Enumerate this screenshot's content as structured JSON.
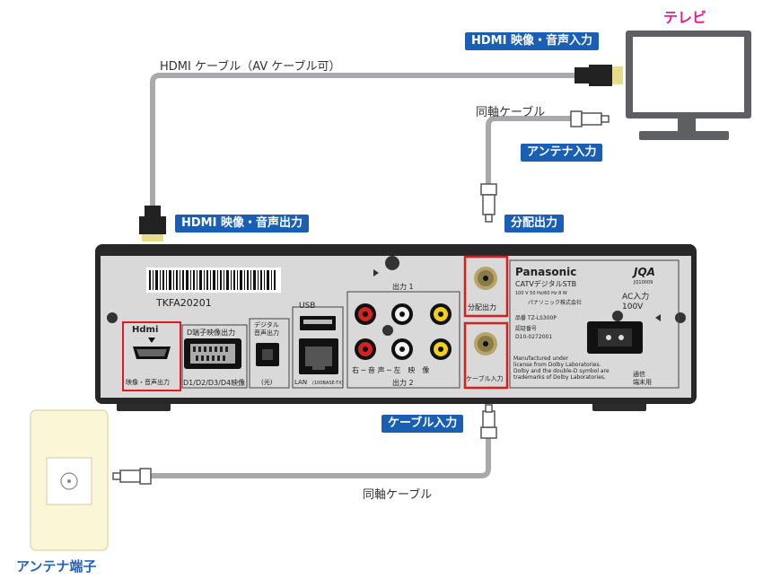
{
  "tv": {
    "title": "テレビ"
  },
  "labels": {
    "hdmi_in": "HDMI 映像・音声入力",
    "hdmi_cable": "HDMI ケーブル（AV ケーブル可）",
    "coax_top": "同軸ケーブル",
    "antenna_in": "アンテナ入力",
    "split_out": "分配出力",
    "hdmi_out": "HDMI 映像・音声出力",
    "cable_in": "ケーブル入力",
    "coax_bottom": "同軸ケーブル",
    "antenna_terminal": "アンテナ端子"
  },
  "stb": {
    "serial": "TKFA20201",
    "usb": "USB",
    "hdmi_logo": "Hdmi",
    "hdmi_port_label": "映像・音声出力",
    "d_terminal": "D端子映像出力",
    "d_terminal_sub": "D1/D2/D3/D4映像",
    "digital_audio": "デジタル\n音声出力",
    "optical": "(光)",
    "lan": "LAN",
    "lan_sub": "(100BASE-TX)",
    "out1": "出力 1",
    "out2": "出力 2",
    "av_labels": "右 ─ 音 声 ─ 左　映　像",
    "split_out": "分配出力",
    "cable_in": "ケーブル入力",
    "brand": "Panasonic",
    "model_line": "CATVデジタルSTB",
    "power_spec": "100 V  50 Hz/60 Hz  8 W",
    "maker": "パナソニック株式会社",
    "product_no": "品番  TZ-LS300P",
    "approval": "認証番号\nD10-0272001",
    "dolby": "Manufactured under\nlicense from Dolby Laboratories.\nDolby and the double-D symbol are\ntrademarks of Dolby Laboratories.",
    "jqa": "JQA",
    "jqa_sub": "JQ10009",
    "ac_in": "AC入力\n100V",
    "comm": "通信\n端末用"
  }
}
